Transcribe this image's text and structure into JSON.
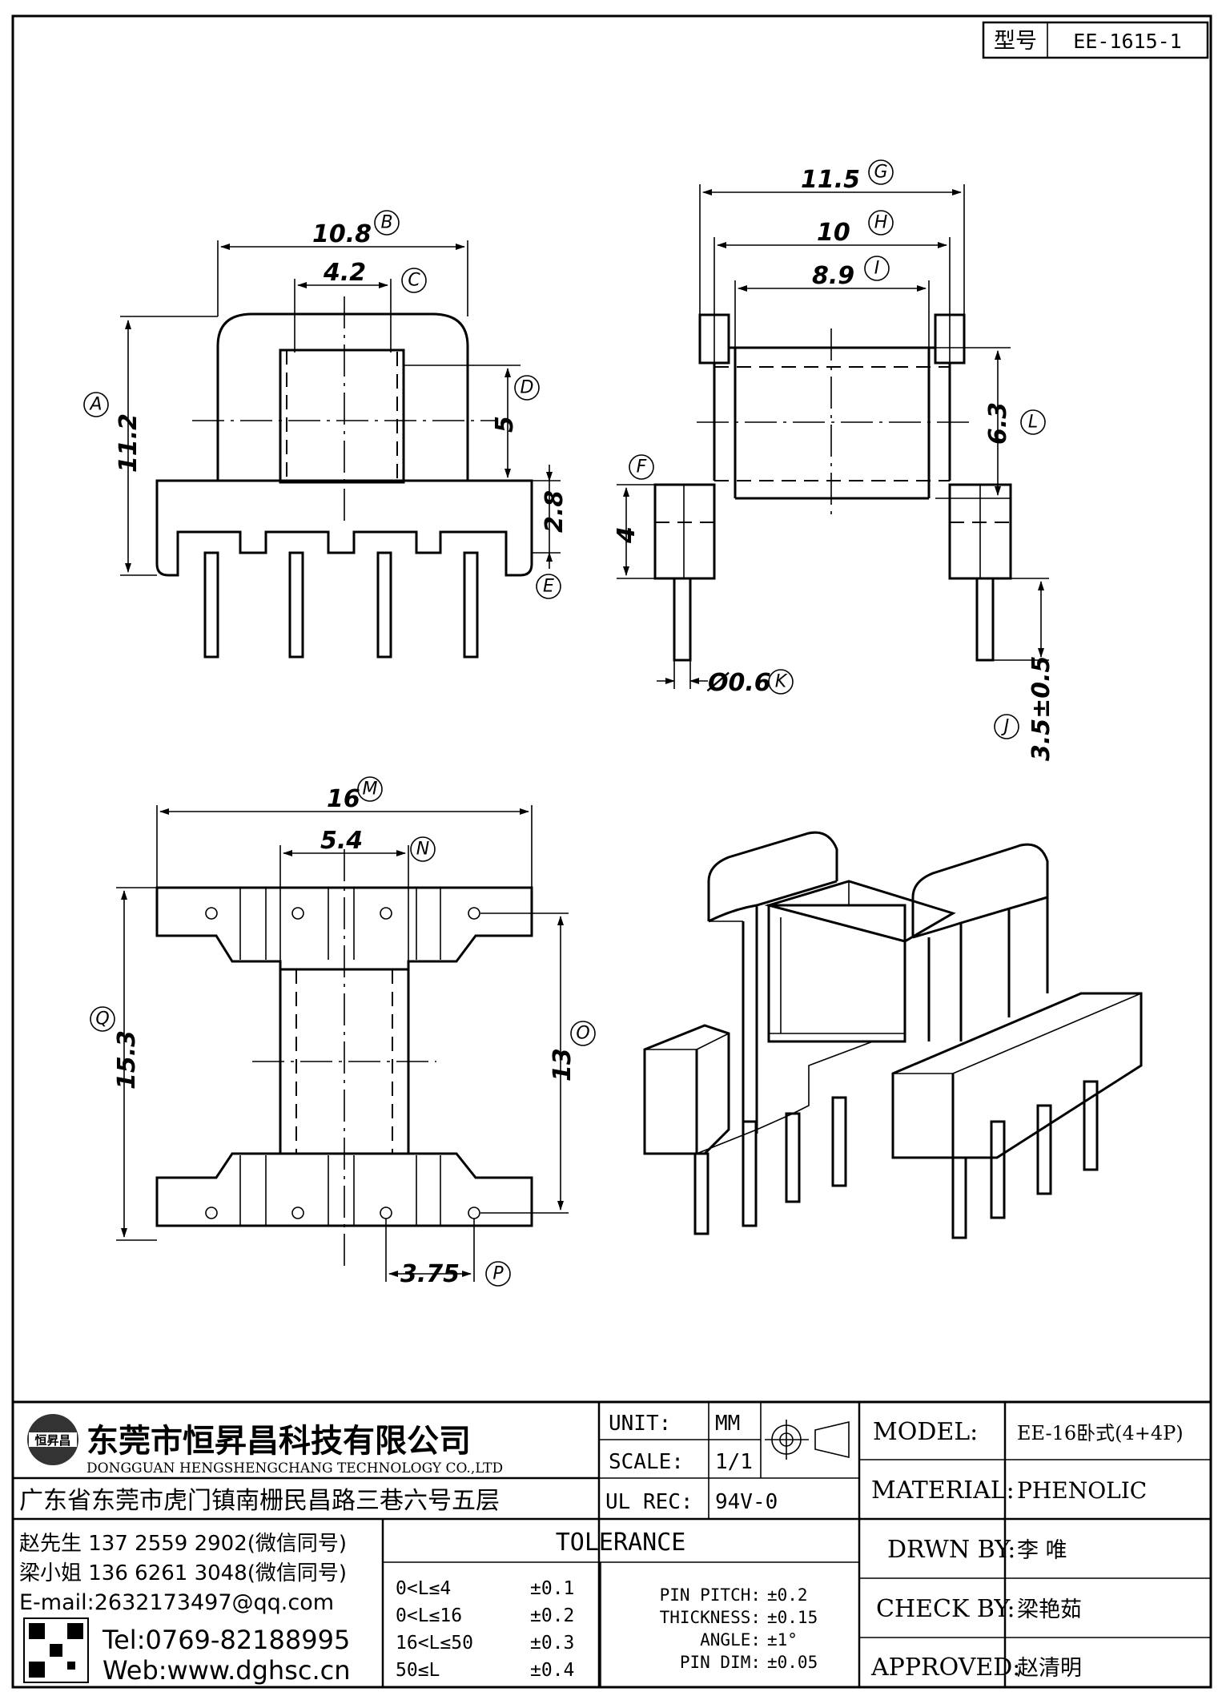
{
  "title_block": {
    "model_tag_label": "型号",
    "model_tag_value": "EE-1615-1"
  },
  "company": {
    "name_cn": "东莞市恒昇昌科技有限公司",
    "name_en": "DONGGUAN HENGSHENGCHANG TECHNOLOGY CO.,LTD",
    "address": "广东省东莞市虎门镇南栅民昌路三巷六号五层",
    "contact_1": "赵先生 137 2559 2902(微信同号)",
    "contact_2": "梁小姐 136 6261 3048(微信同号)",
    "email": "E-mail:2632173497@qq.com",
    "tel": "Tel:0769-82188995",
    "web": "Web:www.dghsc.cn"
  },
  "spec": {
    "unit_label": "UNIT:",
    "unit_value": "MM",
    "scale_label": "SCALE:",
    "scale_value": "1/1",
    "ul_label": "UL REC:",
    "ul_value": "94V-0",
    "model_label": "MODEL:",
    "model_value": "EE-16卧式(4+4P)",
    "material_label": "MATERIAL:",
    "material_value": "PHENOLIC",
    "drawn_label": "DRWN BY:",
    "drawn_value": "李 唯",
    "check_label": "CHECK BY:",
    "check_value": "梁艳茹",
    "approved_label": "APPROVED:",
    "approved_value": "赵清明"
  },
  "tolerance": {
    "title": "TOLERANCE",
    "ranges": [
      {
        "range": "0<L≤4",
        "tol": "±0.1"
      },
      {
        "range": "0<L≤16",
        "tol": "±0.2"
      },
      {
        "range": "16<L≤50",
        "tol": "±0.3"
      },
      {
        "range": "50≤L",
        "tol": "±0.4"
      }
    ],
    "others": [
      {
        "label": "PIN PITCH:",
        "tol": "±0.2"
      },
      {
        "label": "THICKNESS:",
        "tol": "±0.15"
      },
      {
        "label": "ANGLE:",
        "tol": "±1°"
      },
      {
        "label": "PIN DIM:",
        "tol": "±0.05"
      }
    ]
  },
  "dimensions": {
    "A": "11.2",
    "B": "10.8",
    "C": "4.2",
    "D": "5",
    "E": "2.8",
    "F": "4",
    "G": "11.5",
    "H": "10",
    "I": "8.9",
    "J": "3.5±0.5",
    "K": "Ø0.6",
    "L": "6.3",
    "M": "16",
    "N": "5.4",
    "O": "13",
    "P": "3.75",
    "Q": "15.3"
  },
  "tags": {
    "A": "A",
    "B": "B",
    "C": "C",
    "D": "D",
    "E": "E",
    "F": "F",
    "G": "G",
    "H": "H",
    "I": "I",
    "J": "J",
    "K": "K",
    "L": "L",
    "M": "M",
    "N": "N",
    "O": "O",
    "P": "P",
    "Q": "Q"
  }
}
